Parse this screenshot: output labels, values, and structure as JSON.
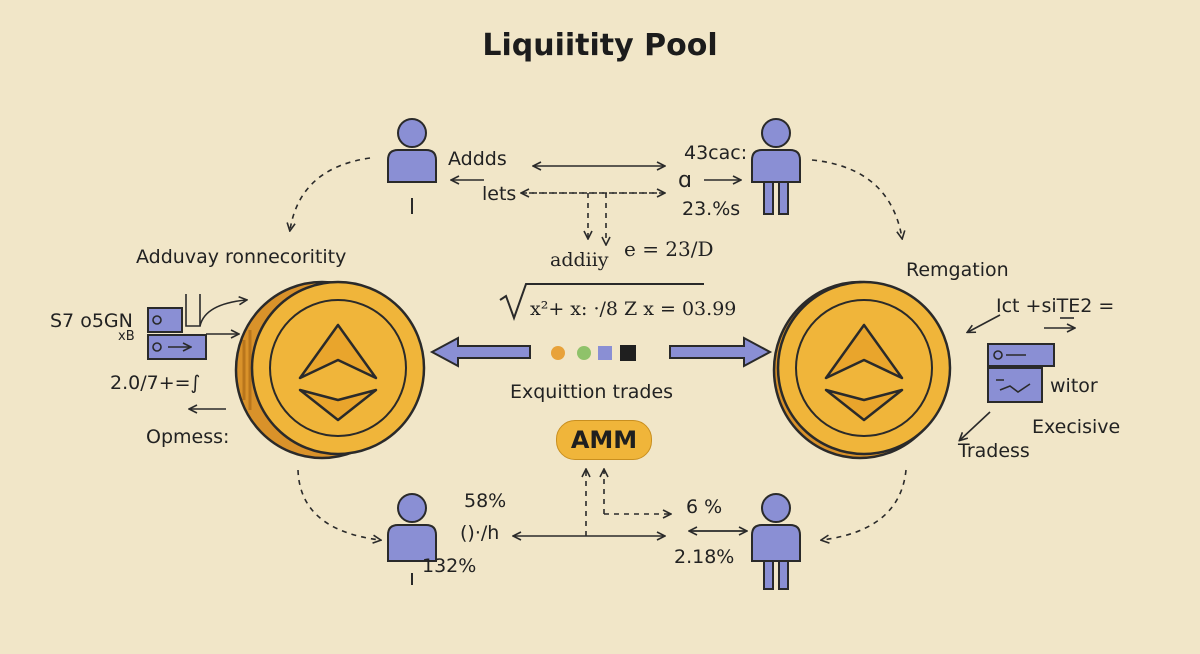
{
  "title": "Liquiitity Pool",
  "labels": {
    "adds": "Addds",
    "lets": "lets",
    "top_right_code": "43cac:",
    "top_right_glyph": "ɑ",
    "top_right_pct": "23.%s",
    "left_heading": "Adduvay ronnecoritity",
    "left_code": "S7 o5GN",
    "left_xb": "xB",
    "left_eq": "2.0/7+=∫",
    "left_op": "Opmess:",
    "center_top": "addiiy",
    "center_eq1": "e = 23/D",
    "center_eq2": "x²+ x: ·/8 Z  x = 03.99",
    "center_trades": "Exquittion trades",
    "amm": "AMM",
    "right_heading": "Remgation",
    "right_code": "Ict +siTE2 =",
    "right_witor": "witor",
    "right_exec": "Execisive",
    "right_trades": "Tradess",
    "bottom_pct1": "58%",
    "bottom_rate": "()·/h",
    "bottom_pct2": "132%",
    "bottom_pct3": "6 %",
    "bottom_pct4": "2.18%"
  },
  "colors": {
    "background": "#f1e6c8",
    "person": "#8a8fd4",
    "coin": "#f0b53a",
    "coin_edge": "#d9922a",
    "arrow": "#8a8fd4",
    "legend": [
      "#e8a23a",
      "#8fc26a",
      "#8a8fd4",
      "#1f1f1f"
    ]
  }
}
